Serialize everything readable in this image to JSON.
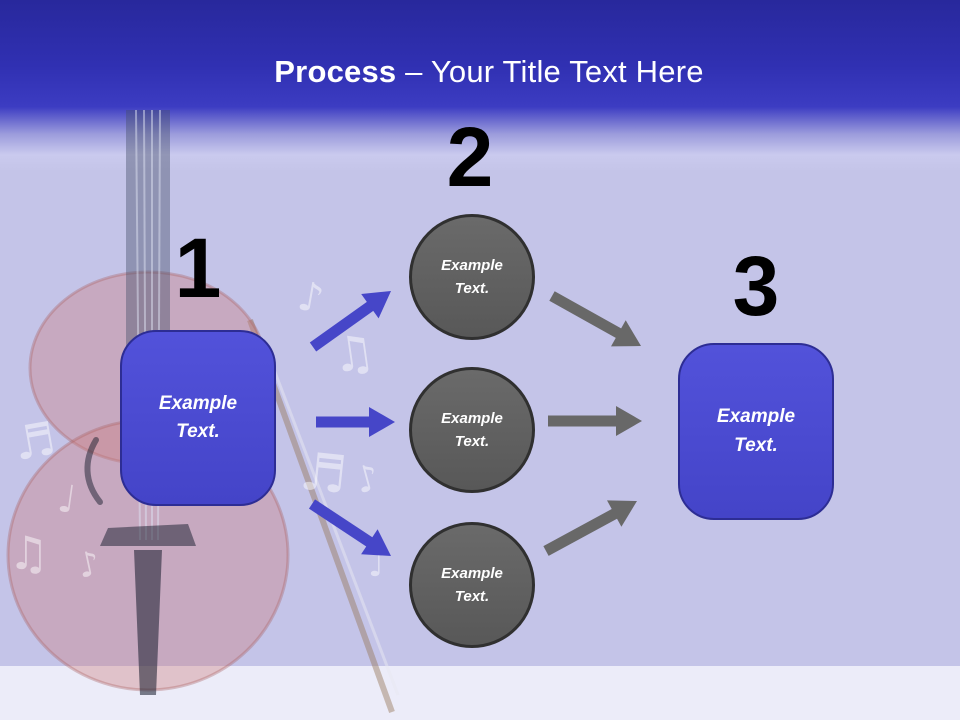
{
  "title": {
    "emphasis": "Process",
    "rest": "– Your Title Text Here"
  },
  "diagram": {
    "step1": {
      "number": "1",
      "box": {
        "line1": "Example",
        "line2": "Text."
      }
    },
    "step2": {
      "number": "2",
      "circles": [
        {
          "line1": "Example",
          "line2": "Text."
        },
        {
          "line1": "Example",
          "line2": "Text."
        },
        {
          "line1": "Example",
          "line2": "Text."
        }
      ]
    },
    "step3": {
      "number": "3",
      "box": {
        "line1": "Example",
        "line2": "Text."
      }
    }
  },
  "background": {
    "watermark_icon": "violin-with-bow",
    "notes": [
      {
        "glyph": "♬"
      },
      {
        "glyph": "♩"
      },
      {
        "glyph": "♫"
      },
      {
        "glyph": "♪"
      },
      {
        "glyph": "♪"
      },
      {
        "glyph": "♫"
      },
      {
        "glyph": "♬"
      },
      {
        "glyph": "♪"
      },
      {
        "glyph": "♩"
      }
    ]
  },
  "colors": {
    "header_top": "#28289C",
    "header_blue": "#3C3CC2",
    "background": "#C4C4E8",
    "footer": "#ECECF9",
    "box_fill": "#4A4AD2",
    "box_border": "#2D2D94",
    "circle_fill": "#616161",
    "circle_border": "#303030",
    "arrow_blue": "#4646C8",
    "arrow_gray": "#686868",
    "title_text": "#FFFFFF",
    "number_text": "#000000"
  }
}
